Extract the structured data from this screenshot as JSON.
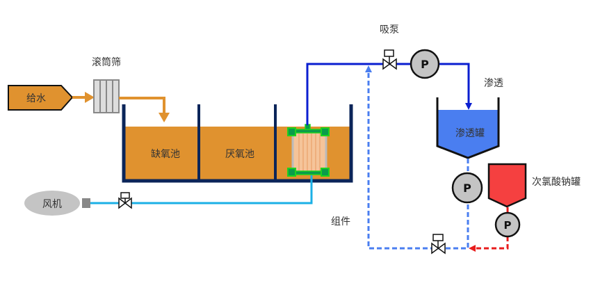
{
  "labels": {
    "feed_water": "给水",
    "drum_screen": "滚筒筛",
    "anoxic_tank": "缺氧池",
    "anaerobic_tank": "厌氧池",
    "blower": "风机",
    "module": "组件",
    "suction_pump": "吸泵",
    "permeate": "渗透",
    "permeate_tank": "渗透罐",
    "hypochlorite_tank": "次氯酸钠罐",
    "pump_symbol": "P"
  },
  "colors": {
    "sludge": "#e0922f",
    "tank_wall": "#0b2559",
    "permeate_pipe": "#0a1ed0",
    "air_pipe": "#1bb0e6",
    "backwash_pipe": "#4a7ef0",
    "permeate_liquid": "#4a7ef0",
    "chemical": "#f54040",
    "module_frame": "#1fd21f"
  }
}
